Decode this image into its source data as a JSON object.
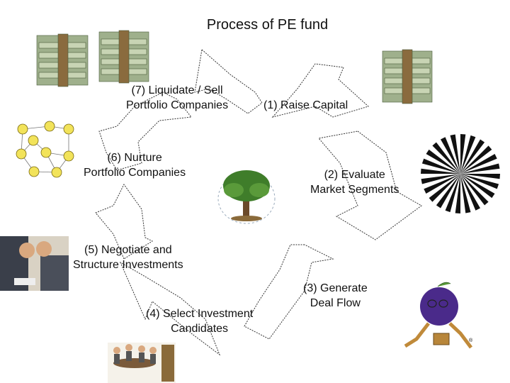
{
  "title": "Process of PE fund",
  "steps": [
    {
      "num": "(1)",
      "lines": [
        "(1) Raise Capital"
      ],
      "icon": "money-stack-icon"
    },
    {
      "num": "(2)",
      "lines": [
        "(2) Evaluate",
        "Market Segments"
      ],
      "icon": "radial-sunburst-icon"
    },
    {
      "num": "(3)",
      "lines": [
        "(3) Generate",
        "Deal Flow"
      ],
      "icon": "walking-character-icon"
    },
    {
      "num": "(4)",
      "lines": [
        "(4) Select Investment",
        "Candidates"
      ],
      "icon": "business-meeting-icon"
    },
    {
      "num": "(5)",
      "lines": [
        "(5) Negotiate and",
        "Structure Investments"
      ],
      "icon": "negotiating-men-icon"
    },
    {
      "num": "(6)",
      "lines": [
        "(6) Nurture",
        "Portfolio Companies"
      ],
      "icon": "smiley-network-icon"
    },
    {
      "num": "(7)",
      "lines": [
        "(7) Liquidate / Sell",
        "Portfolio Companies"
      ],
      "icon": "money-stack-icon"
    }
  ],
  "center_icon": "growing-tree-icon",
  "colors": {
    "arrow_fill": "#ffffff",
    "arrow_stroke": "#333333",
    "text": "#111111"
  }
}
